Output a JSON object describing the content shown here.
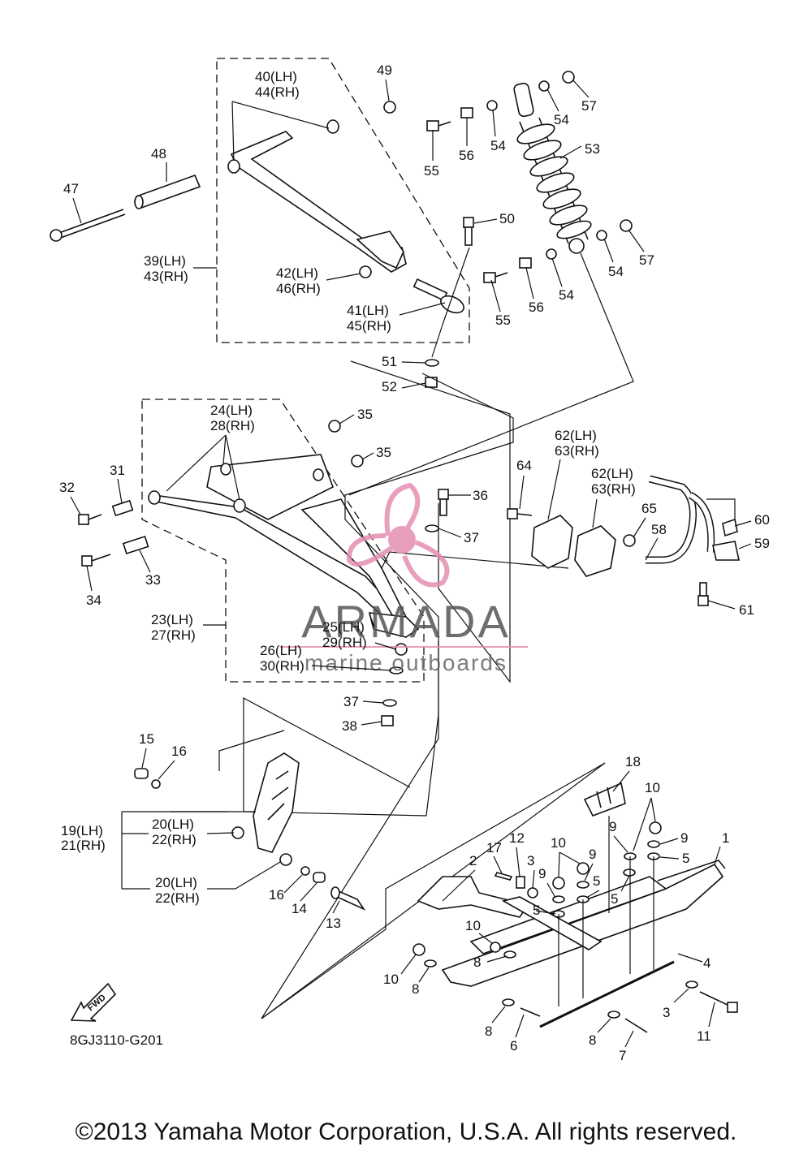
{
  "diagram": {
    "callouts": {
      "c1": "1",
      "c2": "2",
      "c3a": "3",
      "c3b": "3",
      "c4": "4",
      "c5a": "5",
      "c5b": "5",
      "c5c": "5",
      "c5d": "5",
      "c6": "6",
      "c7": "7",
      "c8a": "8",
      "c8b": "8",
      "c8c": "8",
      "c8d": "8",
      "c9a": "9",
      "c9b": "9",
      "c9c": "9",
      "c9d": "9",
      "c10a": "10",
      "c10b": "10",
      "c10c": "10",
      "c10d": "10",
      "c11": "11",
      "c12": "12",
      "c13": "13",
      "c14": "14",
      "c15": "15",
      "c16a": "16",
      "c16b": "16",
      "c17": "17",
      "c18": "18",
      "c19": "19(LH)",
      "c21": "21(RH)",
      "c20a": "20(LH)",
      "c22a": "22(RH)",
      "c20b": "20(LH)",
      "c22b": "22(RH)",
      "c23": "23(LH)",
      "c27": "27(RH)",
      "c24": "24(LH)",
      "c28": "28(RH)",
      "c25": "25(LH)",
      "c29": "29(RH)",
      "c26": "26(LH)",
      "c30": "30(RH)",
      "c31": "31",
      "c32": "32",
      "c33": "33",
      "c34": "34",
      "c35a": "35",
      "c35b": "35",
      "c36": "36",
      "c37a": "37",
      "c37b": "37",
      "c38": "38",
      "c39": "39(LH)",
      "c43": "43(RH)",
      "c40": "40(LH)",
      "c44": "44(RH)",
      "c41": "41(LH)",
      "c45": "45(RH)",
      "c42": "42(LH)",
      "c46": "46(RH)",
      "c47": "47",
      "c48": "48",
      "c49": "49",
      "c50": "50",
      "c51": "51",
      "c52": "52",
      "c53": "53",
      "c54a": "54",
      "c54b": "54",
      "c54c": "54",
      "c54d": "54",
      "c55a": "55",
      "c55b": "55",
      "c56a": "56",
      "c56b": "56",
      "c57a": "57",
      "c57b": "57",
      "c58": "58",
      "c59": "59",
      "c60": "60",
      "c61": "61",
      "c62a": "62(LH)",
      "c63a": "63(RH)",
      "c62b": "62(LH)",
      "c63b": "63(RH)",
      "c64": "64",
      "c65": "65"
    },
    "fwd_label": "FWD",
    "drawing_code": "8GJ3110-G201",
    "watermark": {
      "brand": "ARMADA",
      "tagline": "marine outboards",
      "pink": "#e58fb3",
      "gray": "#555555"
    }
  },
  "footer": {
    "copyright": "©2013 Yamaha Motor Corporation, U.S.A. All rights reserved."
  }
}
